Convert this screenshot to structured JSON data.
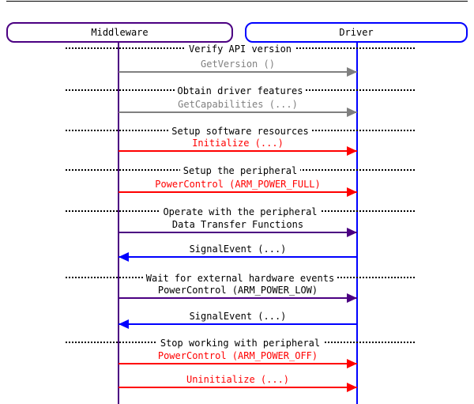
{
  "diagram": {
    "type": "sequence",
    "actors": [
      {
        "label": "Middleware",
        "color": "#4b0082"
      },
      {
        "label": "Driver",
        "color": "#0000ff"
      }
    ],
    "dividers": [
      {
        "label": "Verify API version"
      },
      {
        "label": "Obtain driver features"
      },
      {
        "label": "Setup software resources"
      },
      {
        "label": "Setup the peripheral"
      },
      {
        "label": "Operate with the peripheral"
      },
      {
        "label": "Wait for external hardware events"
      },
      {
        "label": "Stop working with peripheral"
      }
    ],
    "messages": [
      {
        "label": "GetVersion ()",
        "from": "Middleware",
        "to": "Driver",
        "direction": "right",
        "color": "#808080",
        "label_color": "#808080"
      },
      {
        "label": "GetCapabilities (...)",
        "from": "Middleware",
        "to": "Driver",
        "direction": "right",
        "color": "#808080",
        "label_color": "#808080"
      },
      {
        "label": "Initialize (...)",
        "from": "Middleware",
        "to": "Driver",
        "direction": "right",
        "color": "#ff0000",
        "label_color": "#ff0000"
      },
      {
        "label": "PowerControl (ARM_POWER_FULL)",
        "from": "Middleware",
        "to": "Driver",
        "direction": "right",
        "color": "#ff0000",
        "label_color": "#ff0000"
      },
      {
        "label": "Data Transfer Functions",
        "from": "Middleware",
        "to": "Driver",
        "direction": "right",
        "color": "#4b0082",
        "label_color": "#000000"
      },
      {
        "label": "SignalEvent (...)",
        "from": "Driver",
        "to": "Middleware",
        "direction": "left",
        "color": "#0000ff",
        "label_color": "#000000"
      },
      {
        "label": "PowerControl (ARM_POWER_LOW)",
        "from": "Middleware",
        "to": "Driver",
        "direction": "right",
        "color": "#4b0082",
        "label_color": "#000000"
      },
      {
        "label": "SignalEvent (...)",
        "from": "Driver",
        "to": "Middleware",
        "direction": "left",
        "color": "#0000ff",
        "label_color": "#000000"
      },
      {
        "label": "PowerControl (ARM_POWER_OFF)",
        "from": "Middleware",
        "to": "Driver",
        "direction": "right",
        "color": "#ff0000",
        "label_color": "#ff0000"
      },
      {
        "label": "Uninitialize (...)",
        "from": "Middleware",
        "to": "Driver",
        "direction": "right",
        "color": "#ff0000",
        "label_color": "#ff0000"
      }
    ]
  }
}
